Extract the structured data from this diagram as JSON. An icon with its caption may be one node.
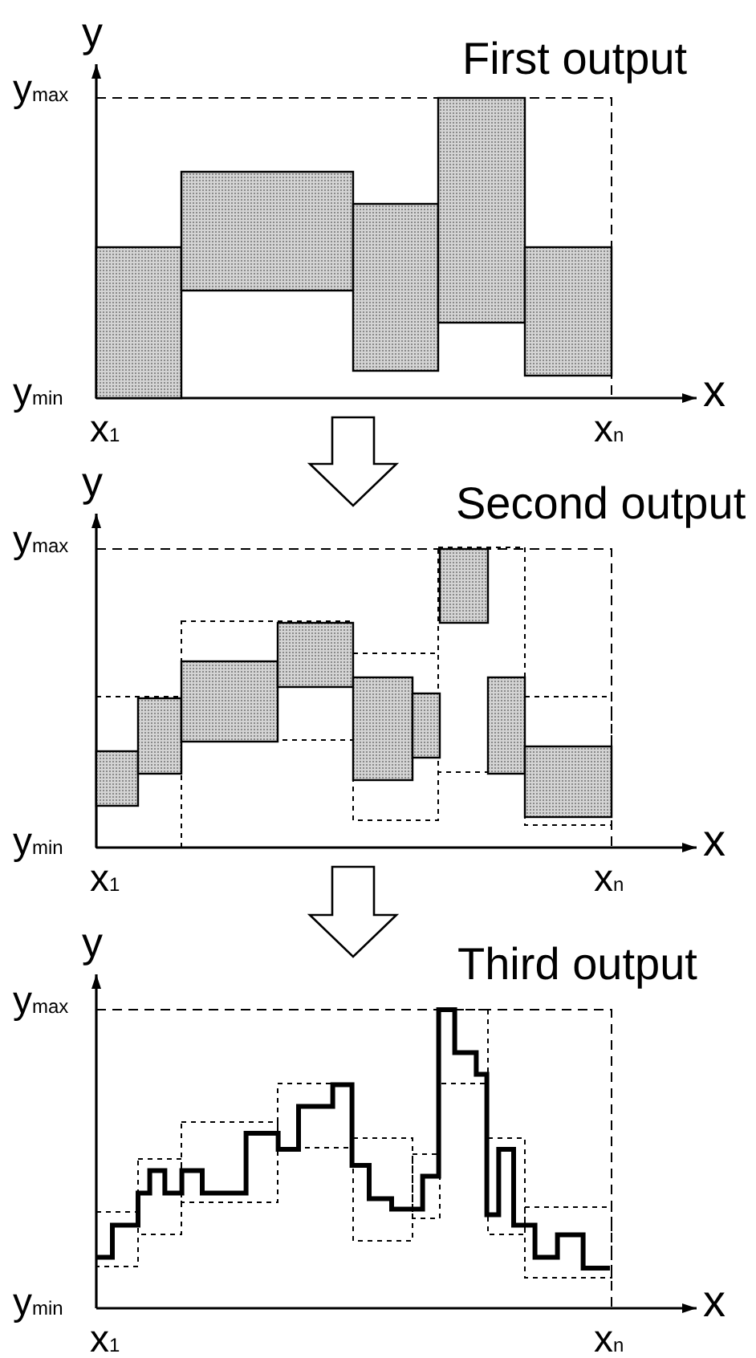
{
  "diagram": {
    "nodes": [
      {
        "text": [],
        "shape": "picture",
        "beside": [
          "First output"
        ]
      },
      {
        "text": [],
        "shape": "picture",
        "beside": [
          "Second output"
        ]
      },
      {
        "text": [],
        "shape": "picture",
        "beside": [
          "Third output"
        ]
      }
    ],
    "edges": [
      {
        "from": 0,
        "to": 1,
        "arrow": "to"
      },
      {
        "from": 1,
        "to": 2,
        "arrow": "to"
      }
    ],
    "labels": [
      "y",
      "y$_{max}$",
      "y$_{min}$",
      "x",
      "x$_{1}$",
      "x$_{n}$",
      "y",
      "y$_{max}$",
      "y$_{min}$",
      "x",
      "x$_{1}$",
      "x$_{n}$",
      "y",
      "y$_{max}$",
      "y$_{min}$",
      "x",
      "x$_{1}$",
      "x$_{n}$"
    ]
  }
}
